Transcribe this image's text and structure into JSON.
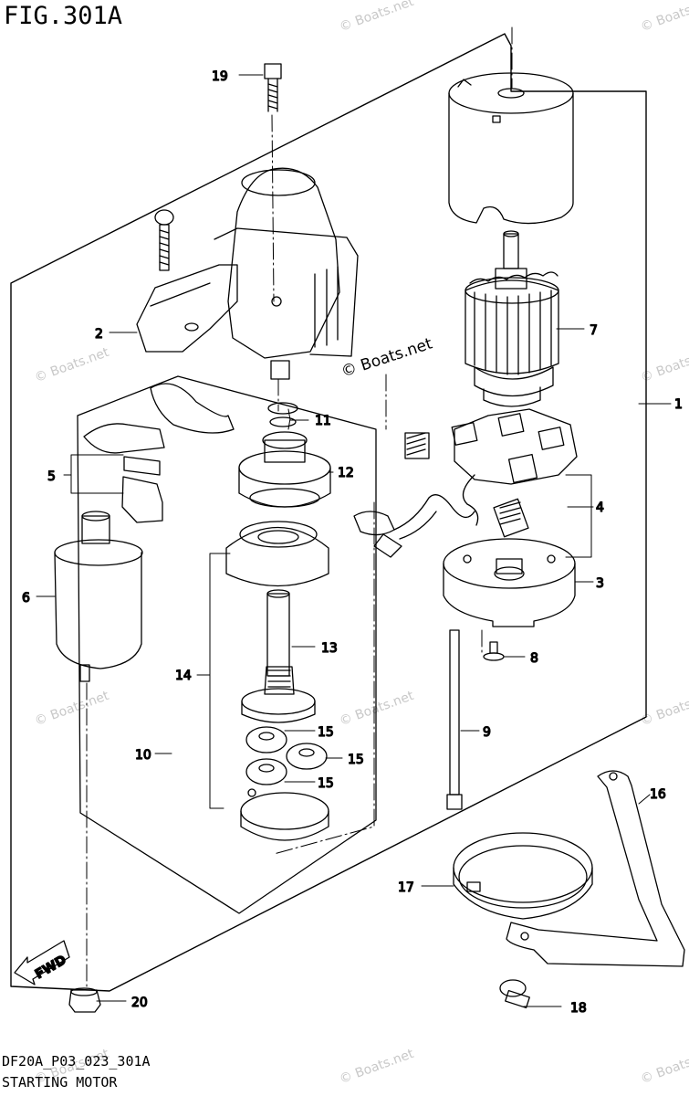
{
  "figure": {
    "title": "FIG.301A",
    "code": "DF20A_P03_023_301A",
    "caption": "STARTING MOTOR"
  },
  "watermark": {
    "text": "© Boats.net",
    "main_text": "© Boats.net"
  },
  "fwd_label": "FWD",
  "callouts": {
    "c1": "1",
    "c2": "2",
    "c3": "3",
    "c4": "4",
    "c5": "5",
    "c6": "6",
    "c7": "7",
    "c8": "8",
    "c9": "9",
    "c10": "10",
    "c11": "11",
    "c12": "12",
    "c13": "13",
    "c14": "14",
    "c15a": "15",
    "c15b": "15",
    "c15c": "15",
    "c16": "16",
    "c17": "17",
    "c18": "18",
    "c19": "19",
    "c20": "20"
  },
  "colors": {
    "line": "#000000",
    "watermark": "#c8c8c8",
    "background": "#ffffff"
  }
}
